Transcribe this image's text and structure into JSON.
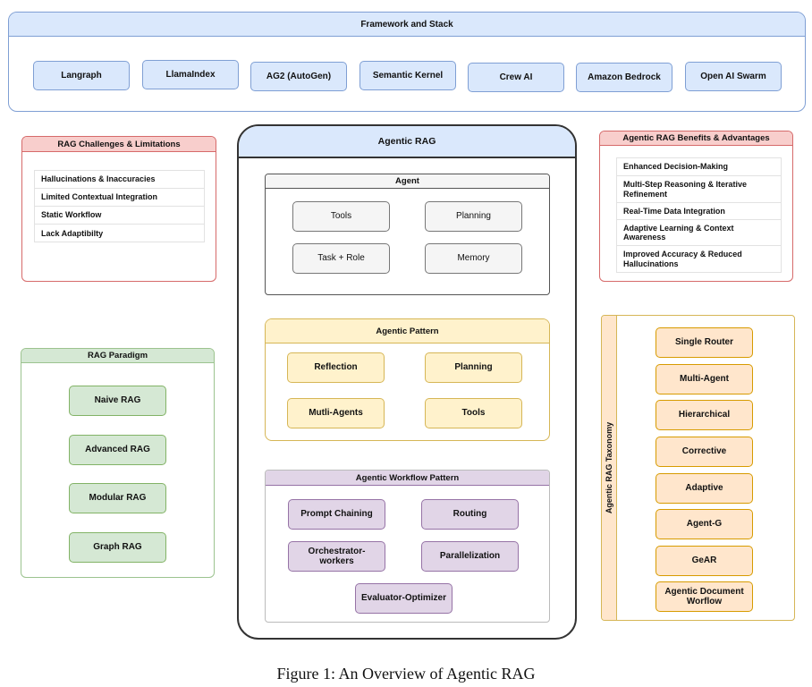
{
  "framework": {
    "title": "Framework and Stack",
    "items": [
      "Langraph",
      "LlamaIndex",
      "AG2 (AutoGen)",
      "Semantic Kernel",
      "Crew AI",
      "Amazon Bedrock",
      "Open AI Swarm"
    ]
  },
  "challenges": {
    "title": "RAG Challenges & Limitations",
    "items": [
      "Hallucinations & Inaccuracies",
      "Limited Contextual Integration",
      "Static Workflow",
      "Lack Adaptibilty"
    ]
  },
  "benefits": {
    "title": "Agentic RAG Benefits & Advantages",
    "items": [
      "Enhanced Decision-Making",
      "Multi-Step Reasoning & Iterative Refinement",
      "Real-Time Data Integration",
      "Adaptive Learning & Context Awareness",
      "Improved Accuracy & Reduced Hallucinations"
    ]
  },
  "paradigm": {
    "title": "RAG Paradigm",
    "items": [
      "Naive RAG",
      "Advanced RAG",
      "Modular RAG",
      "Graph RAG"
    ]
  },
  "agentic_rag": {
    "title": "Agentic RAG",
    "agent": {
      "title": "Agent",
      "items": [
        "Tools",
        "Planning",
        "Task + Role",
        "Memory"
      ]
    },
    "pattern": {
      "title": "Agentic Pattern",
      "items": [
        "Reflection",
        "Planning",
        "Mutli-Agents",
        "Tools"
      ]
    },
    "workflow": {
      "title": "Agentic Workflow Pattern",
      "items": [
        "Prompt Chaining",
        "Routing",
        "Orchestrator-workers",
        "Parallelization",
        "Evaluator-Optimizer"
      ]
    }
  },
  "taxonomy": {
    "title": "Agentic RAG Taxonomy",
    "items": [
      "Single Router",
      "Multi-Agent",
      "Hierarchical",
      "Corrective",
      "Adaptive",
      "Agent-G",
      "GeAR",
      "Agentic Document Worflow"
    ]
  },
  "caption": "Figure 1: An Overview of Agentic RAG",
  "colors": {
    "blue": "#dae8fc",
    "red": "#f8cecc",
    "yellow": "#fff2cc",
    "purple": "#e1d5e7",
    "green": "#d5e8d4",
    "orange": "#ffe6cc",
    "gray": "#f5f5f5"
  }
}
